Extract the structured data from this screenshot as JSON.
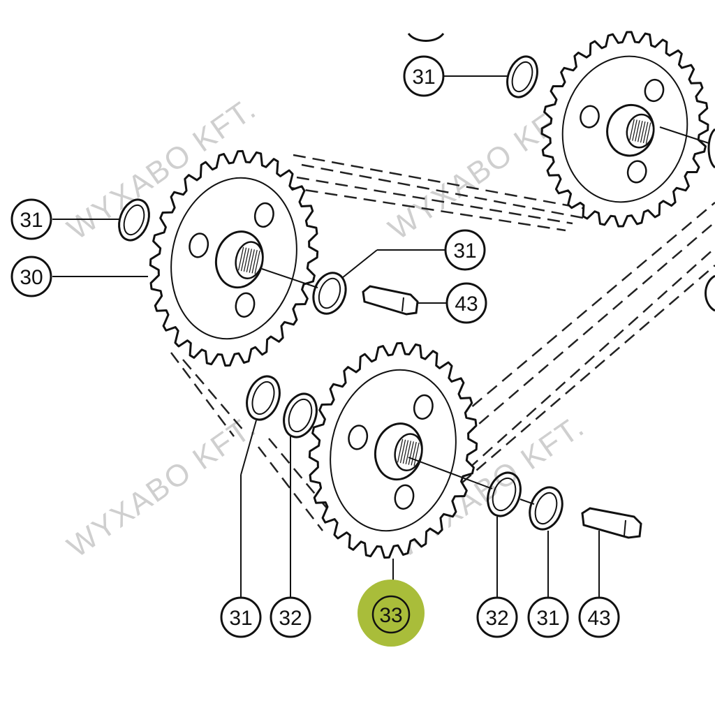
{
  "diagram": {
    "watermark": "WYXABO KFT.",
    "highlight_color": "#a9bd3a",
    "callouts": [
      {
        "id": "c-31-top",
        "label": "31"
      },
      {
        "id": "c-31-left",
        "label": "31"
      },
      {
        "id": "c-30",
        "label": "30"
      },
      {
        "id": "c-31-mid",
        "label": "31"
      },
      {
        "id": "c-43-mid",
        "label": "43"
      },
      {
        "id": "c-31-bottom-left",
        "label": "31"
      },
      {
        "id": "c-32-bottom-left",
        "label": "32"
      },
      {
        "id": "c-33",
        "label": "33",
        "highlighted": true
      },
      {
        "id": "c-32-bottom-right",
        "label": "32"
      },
      {
        "id": "c-31-bottom-right",
        "label": "31"
      },
      {
        "id": "c-43-bottom",
        "label": "43"
      }
    ]
  }
}
